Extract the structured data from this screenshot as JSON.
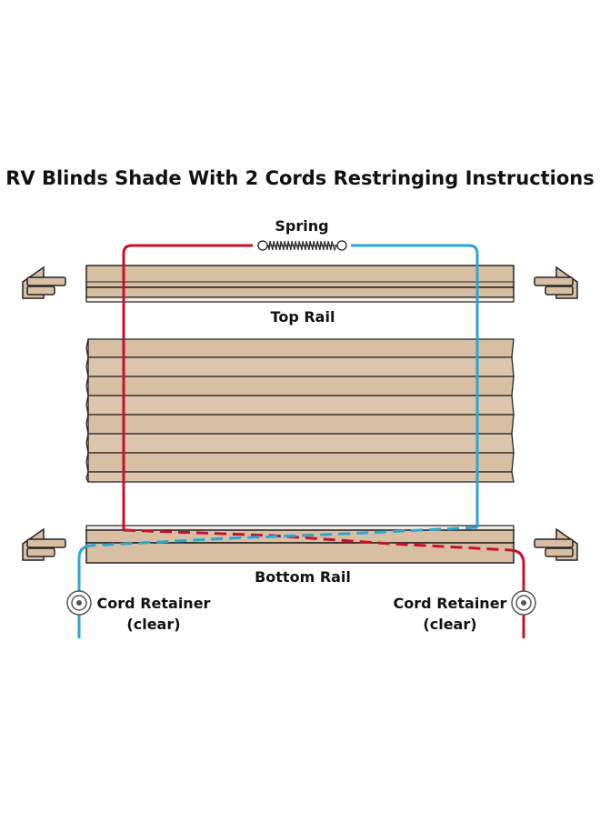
{
  "title": "RV Blinds Shade With 2 Cords Restringing Instructions",
  "labels": {
    "spring": "Spring",
    "top_rail": "Top Rail",
    "bottom_rail": "Bottom Rail",
    "cord_retainer_left": "Cord Retainer",
    "cord_retainer_left_note": "(clear)",
    "cord_retainer_right": "Cord Retainer",
    "cord_retainer_right_note": "(clear)"
  },
  "colors": {
    "red_cord": "#c8102e",
    "blue_cord": "#2aa6d6",
    "fabric": "#d8bfa4",
    "outline": "#222222"
  }
}
